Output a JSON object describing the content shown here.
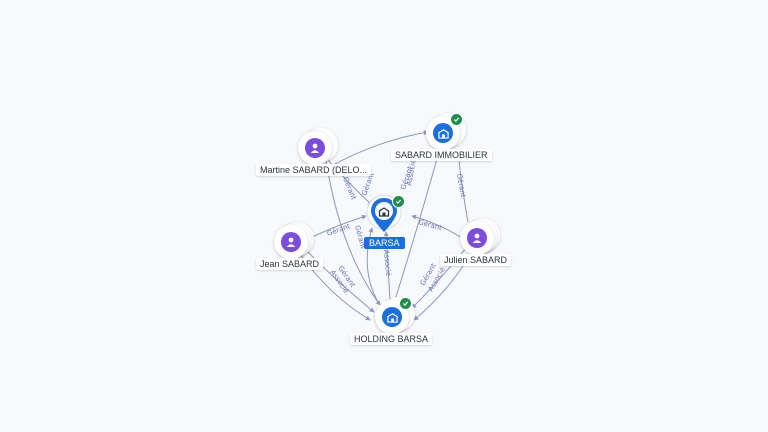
{
  "nodes": {
    "barsa": {
      "label": "BARSA",
      "type": "company",
      "verified": true,
      "icon": "building-icon"
    },
    "sabard_immobilier": {
      "label": "SABARD IMMOBILIER",
      "type": "company",
      "verified": true,
      "icon": "building-icon"
    },
    "holding_barsa": {
      "label": "HOLDING BARSA",
      "type": "company",
      "verified": true,
      "icon": "building-icon"
    },
    "martine": {
      "label": "Martine SABARD (DELO...",
      "type": "person",
      "icon": "person-icon"
    },
    "jean": {
      "label": "Jean SABARD",
      "type": "person",
      "icon": "person-icon"
    },
    "julien": {
      "label": "Julien SABARD",
      "type": "person",
      "icon": "person-icon"
    }
  },
  "edges": [
    {
      "from": "martine",
      "to": "sabard_immobilier",
      "label": "Gérant"
    },
    {
      "from": "martine",
      "to": "barsa",
      "label": "Gérant"
    },
    {
      "from": "martine",
      "to": "holding_barsa",
      "label": ""
    },
    {
      "from": "holding_barsa",
      "to": "sabard_immobilier",
      "label": "Associé"
    },
    {
      "from": "julien",
      "to": "sabard_immobilier",
      "label": "Gérant"
    },
    {
      "from": "julien",
      "to": "barsa",
      "label": "Gérant"
    },
    {
      "from": "jean",
      "to": "barsa",
      "label": "Gérant"
    },
    {
      "from": "jean",
      "to": "holding_barsa",
      "label": "Gérant"
    },
    {
      "from": "jean",
      "to": "holding_barsa",
      "label": "Associé"
    },
    {
      "from": "holding_barsa",
      "to": "barsa",
      "label": "Associé"
    },
    {
      "from": "holding_barsa",
      "to": "barsa",
      "label": "Gérant"
    },
    {
      "from": "julien",
      "to": "holding_barsa",
      "label": "Gérant"
    },
    {
      "from": "julien",
      "to": "holding_barsa",
      "label": "Associé"
    }
  ],
  "colors": {
    "person": "#7c4ddc",
    "company": "#1b6fe0",
    "verified": "#1e8e4a",
    "edge": "#8e96c2",
    "edge_label": "#6a72b8"
  }
}
